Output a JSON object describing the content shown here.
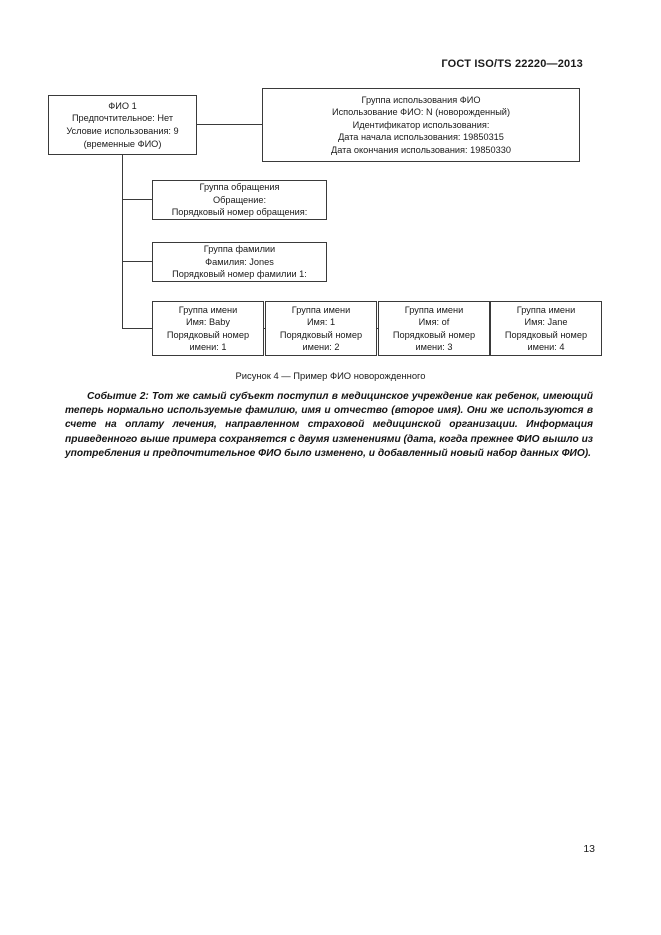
{
  "header": {
    "standard_title": "ГОСТ ISO/TS 22220—2013"
  },
  "figure": {
    "caption": "Рисунок 4 — Пример ФИО новорожденного",
    "nodes": {
      "fio1": {
        "line1": "ФИО 1",
        "line2": "Предпочтительное: Нет",
        "line3": "Условие использования: 9",
        "line4": "(временные ФИО)"
      },
      "usage_group": {
        "line1": "Группа использования ФИО",
        "line2": "Использование ФИО: N (новорожденный)",
        "line3": "Идентификатор использования:",
        "line4": "Дата начала использования: 19850315",
        "line5": "Дата окончания использования: 19850330"
      },
      "title_group": {
        "line1": "Группа обращения",
        "line2": "Обращение:",
        "line3": "Порядковый номер обращения:"
      },
      "family_group": {
        "line1": "Группа фамилии",
        "line2": "Фамилия: Jones",
        "line3": "Порядковый номер фамилии 1:"
      },
      "given_groups": [
        {
          "line1": "Группа имени",
          "line2": "Имя: Baby",
          "line3": "Порядковый номер",
          "line4": "имени: 1"
        },
        {
          "line1": "Группа имени",
          "line2": "Имя: 1",
          "line3": "Порядковый номер",
          "line4": "имени: 2"
        },
        {
          "line1": "Группа имени",
          "line2": "Имя: of",
          "line3": "Порядковый номер",
          "line4": "имени: 3"
        },
        {
          "line1": "Группа имени",
          "line2": "Имя: Jane",
          "line3": "Порядковый номер",
          "line4": "имени: 4"
        }
      ]
    }
  },
  "body": {
    "paragraph": "Событие 2: Тот же самый субъект поступил в медицинское учреждение как ребенок, имеющий теперь нормально используемые фамилию, имя и отчество (второе имя). Они же используются в счете на оплату лечения, направленном страховой медицинской организации. Информация приведенного выше примера сохраняется с двумя изменениями (дата, когда прежнее ФИО вышло из употребления и предпочтительное ФИО было изменено, и добавленный новый набор данных ФИО)."
  },
  "footer": {
    "page_number": "13"
  }
}
